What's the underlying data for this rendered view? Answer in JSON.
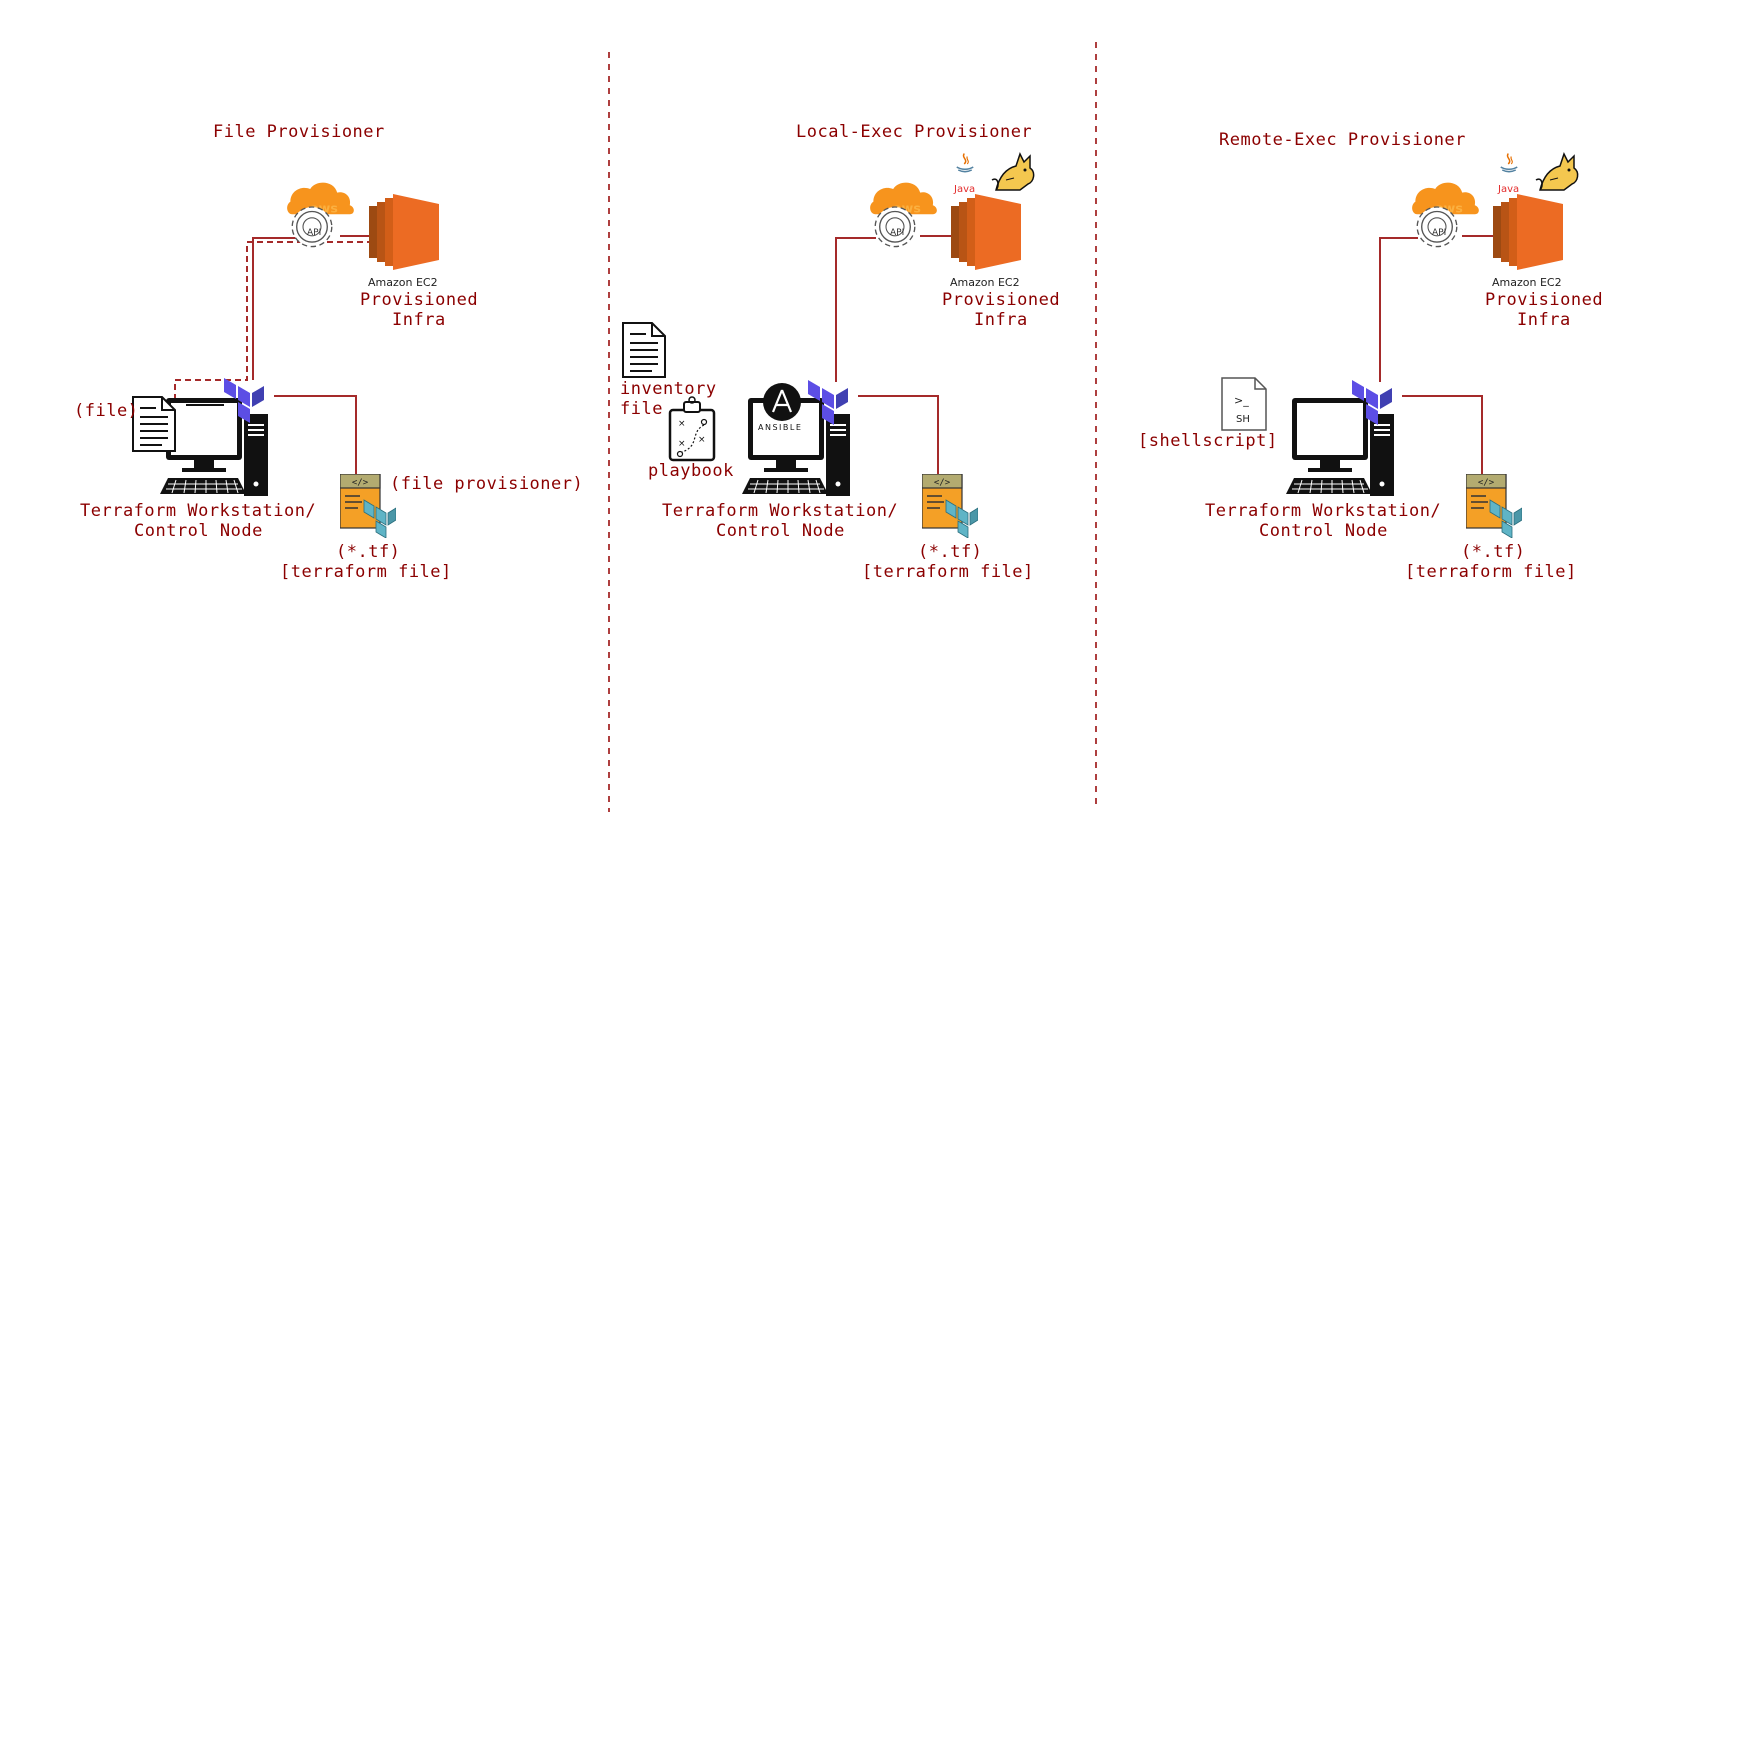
{
  "colors": {
    "line": "#a52a2a",
    "label": "#8b0000",
    "aws_orange": "#f7941d",
    "ec2_orange": "#ec6b23",
    "terraform_purple": "#5c4ee5",
    "tf_file_orange": "#f4a026",
    "tf_file_header": "#b3ab70",
    "tf_teal": "#5fb4c6"
  },
  "panels": [
    {
      "title": "File Provisioner",
      "ec2_label": "Amazon EC2",
      "infra_label_1": "Provisioned",
      "infra_label_2": "Infra",
      "node_label_1": "Terraform Workstation/",
      "node_label_2": "Control Node",
      "tf_label_1": "(*.tf)",
      "tf_label_2": "[terraform file]",
      "extra_1": "(file)",
      "extra_2": "(file provisioner)",
      "api_label": "API"
    },
    {
      "title": "Local-Exec Provisioner",
      "ec2_label": "Amazon EC2",
      "infra_label_1": "Provisioned",
      "infra_label_2": "Infra",
      "node_label_1": "Terraform Workstation/",
      "node_label_2": "Control Node",
      "tf_label_1": "(*.tf)",
      "tf_label_2": "[terraform file]",
      "extra_1": "inventory",
      "extra_2": "file",
      "extra_3": "playbook",
      "ansible_label": "ANSIBLE",
      "java_label": "Java",
      "api_label": "API"
    },
    {
      "title": "Remote-Exec Provisioner",
      "ec2_label": "Amazon EC2",
      "infra_label_1": "Provisioned",
      "infra_label_2": "Infra",
      "node_label_1": "Terraform Workstation/",
      "node_label_2": "Control Node",
      "tf_label_1": "(*.tf)",
      "tf_label_2": "[terraform file]",
      "extra_1": "[shellscript]",
      "sh_prompt": ">_",
      "sh_label": "SH",
      "java_label": "Java",
      "api_label": "API"
    }
  ]
}
